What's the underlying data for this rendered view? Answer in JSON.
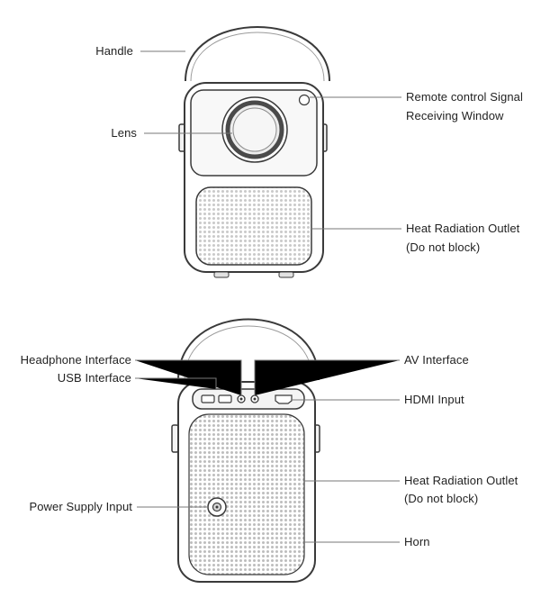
{
  "callouts": {
    "front": {
      "handle": "Handle",
      "lens": "Lens",
      "remote_line1": "Remote control Signal",
      "remote_line2": "Receiving Window",
      "heat_line1": "Heat Radiation Outlet",
      "heat_line2": "(Do not block)"
    },
    "back": {
      "headphone": "Headphone Interface",
      "usb": "USB Interface",
      "av": "AV Interface",
      "hdmi": "HDMI Input",
      "heat_line1": "Heat Radiation Outlet",
      "heat_line2": "(Do not block)",
      "power": "Power Supply Input",
      "horn": "Horn"
    }
  },
  "colors": {
    "outline": "#3a3a3a",
    "line": "#777777",
    "grille": "#c9c9c9",
    "text": "#222222"
  },
  "icons": {
    "port": "port-icon",
    "lens": "lens-icon",
    "sensor": "sensor-icon",
    "power_jack": "power-jack-icon"
  }
}
